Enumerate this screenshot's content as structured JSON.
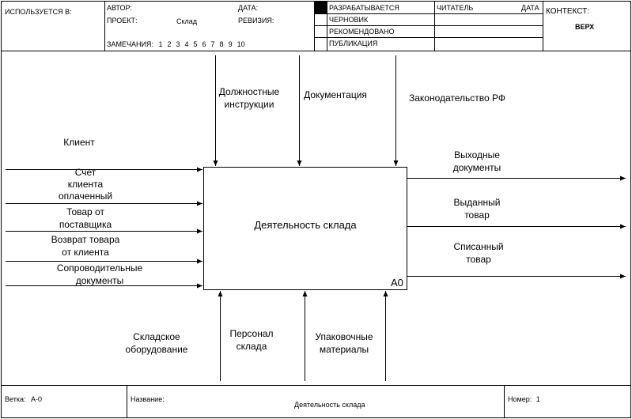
{
  "header": {
    "used_in_label": "ИСПОЛЬЗУЕТСЯ В:",
    "author_label": "АВТОР:",
    "date_label": "ДАТА:",
    "project_label": "ПРОЕКТ:",
    "project_value": "Склад",
    "revision_label": "РЕВИЗИЯ:",
    "notes_label": "ЗАМЕЧАНИЯ:",
    "notes_numbers": [
      "1",
      "2",
      "3",
      "4",
      "5",
      "6",
      "7",
      "8",
      "9",
      "10"
    ],
    "status_items": [
      "РАЗРАБАТЫВАЕТСЯ",
      "ЧЕРНОВИК",
      "РЕКОМЕНДОВАНО",
      "ПУБЛИКАЦИЯ"
    ],
    "reader_label": "ЧИТАТЕЛЬ",
    "reader_date_label": "ДАТА",
    "context_label": "КОНТЕКСТ:",
    "context_value": "ВЕРХ"
  },
  "diagram": {
    "activity_title": "Деятельность склада",
    "activity_node": "A0",
    "controls": [
      {
        "line1": "Должностные",
        "line2": "инструкции"
      },
      {
        "line1": "Документация",
        "line2": ""
      },
      {
        "line1": "Законодательство РФ",
        "line2": ""
      }
    ],
    "inputs_heading": "Клиент",
    "inputs": [
      {
        "line1": "Счет",
        "line2": "клиента",
        "line3": "оплаченный"
      },
      {
        "line1": "Товар от",
        "line2": "поставщика",
        "line3": ""
      },
      {
        "line1": "Возврат товара",
        "line2": "от клиента",
        "line3": ""
      },
      {
        "line1": "Сопроводительные",
        "line2": "документы",
        "line3": ""
      }
    ],
    "outputs": [
      {
        "line1": "Выходные",
        "line2": "документы"
      },
      {
        "line1": "Выданный",
        "line2": "товар"
      },
      {
        "line1": "Списанный",
        "line2": "товар"
      }
    ],
    "mechanisms": [
      {
        "line1": "Складское",
        "line2": "оборудование"
      },
      {
        "line1": "Персонал",
        "line2": "склада"
      },
      {
        "line1": "Упаковочные",
        "line2": "материалы"
      }
    ]
  },
  "footer": {
    "node_label": "Ветка:",
    "node_value": "А-0",
    "title_label": "Название:",
    "title_value": "Деятельность склада",
    "number_label": "Номер:",
    "number_value": "1"
  }
}
